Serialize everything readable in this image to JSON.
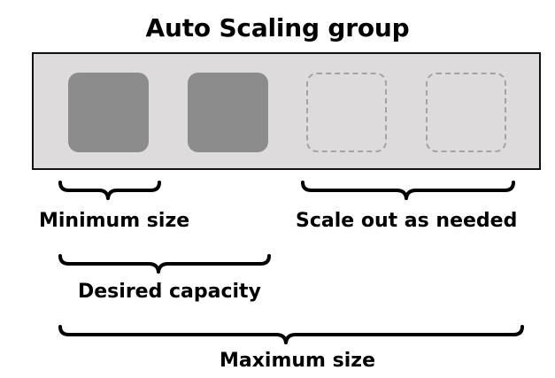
{
  "diagram": {
    "title": "Auto Scaling group",
    "instances": [
      {
        "state": "running"
      },
      {
        "state": "running"
      },
      {
        "state": "potential"
      },
      {
        "state": "potential"
      }
    ],
    "labels": {
      "minimum_size": "Minimum size",
      "scale_out": "Scale out as needed",
      "desired_capacity": "Desired capacity",
      "maximum_size": "Maximum size"
    },
    "colors": {
      "group_background": "#dddbdc",
      "running_instance": "#8c8c8c",
      "potential_instance_border": "#a3a3a3"
    }
  }
}
